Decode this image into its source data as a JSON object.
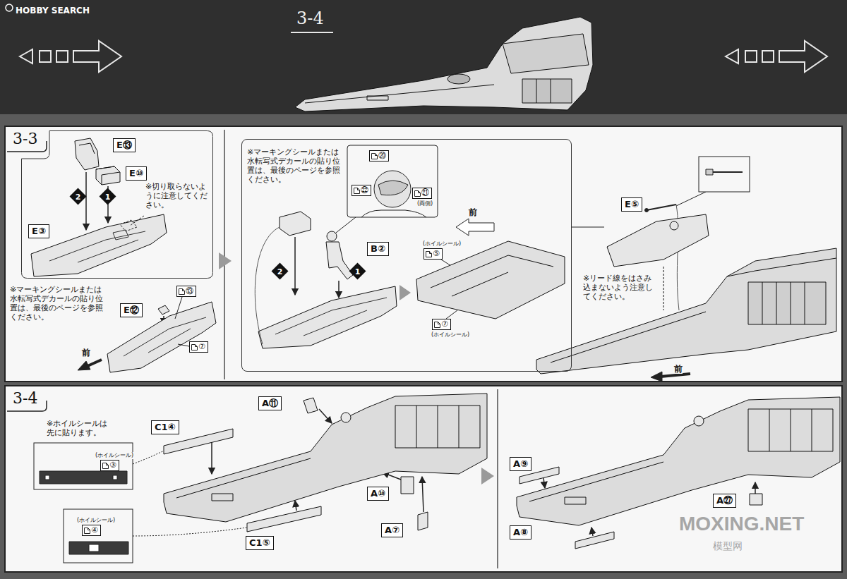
{
  "diagram": {
    "nodes": [
      {
        "text": [
          "3-4"
        ]
      },
      {
        "text": [
          "3-3"
        ]
      },
      {
        "text": [
          "※切り取らないように注意してください。"
        ],
        "in": 1
      },
      {
        "text": [
          "E⑬"
        ],
        "in": 2
      },
      {
        "text": [
          "E⑩"
        ],
        "in": 2
      },
      {
        "text": [
          "2"
        ],
        "in": 2
      },
      {
        "text": [
          "1"
        ],
        "in": 2
      },
      {
        "text": [
          "E③"
        ],
        "in": 2
      },
      {
        "text": [
          "⑬"
        ],
        "in": 1
      },
      {
        "text": [
          "E⑫"
        ],
        "in": 1
      },
      {
        "text": [
          "⑦"
        ],
        "in": 1
      },
      {
        "text": [
          "※マーキングシールまたは水転写式デカールの貼り位置は、最後のページを参照ください。"
        ],
        "in": 1
      },
      {
        "text": [
          "⑳"
        ],
        "in": 11
      },
      {
        "text": [
          "㉒"
        ],
        "in": 11
      },
      {
        "text": [
          "㉑",
          "(両側)"
        ],
        "in": 11
      },
      {
        "text": [
          "B②"
        ],
        "in": 11
      },
      {
        "text": [
          "2"
        ],
        "in": 11
      },
      {
        "text": [
          "1"
        ],
        "in": 11
      },
      {
        "text": [
          "(ホイルシール)",
          "⑤"
        ],
        "in": 11
      },
      {
        "text": [
          "⑦",
          "(ホイルシール)"
        ],
        "in": 11
      },
      {
        "text": [
          "E⑤"
        ],
        "in": 1
      },
      {
        "text": [
          "3-4"
        ]
      },
      {
        "text": [
          "A⑪"
        ],
        "in": 21
      },
      {
        "text": [
          "C1④"
        ],
        "in": 21
      },
      {
        "text": [
          "(ホイルシール)",
          "③"
        ],
        "in": 21
      },
      {
        "text": [
          "(ホイルシール)",
          "④"
        ],
        "in": 21
      },
      {
        "text": [
          "C1⑤"
        ],
        "in": 21
      },
      {
        "text": [
          "A⑩"
        ],
        "in": 21
      },
      {
        "text": [
          "A⑦"
        ],
        "in": 21
      },
      {
        "text": [
          "A⑨"
        ],
        "in": 21
      },
      {
        "text": [
          "A⑧"
        ],
        "in": 21
      },
      {
        "text": [
          "A㉗"
        ],
        "in": 21
      }
    ],
    "labels": [
      "HOBBY SEARCH",
      "※マーキングシールまたは水転写式デカールの貼り位置は、最後のページを参照ください。",
      "前",
      "前",
      "※リード線をはさみ込まないよう注意してください。",
      "前",
      "※ホイルシールは先に貼ります。",
      "MOXING.NET",
      "模型网"
    ]
  }
}
